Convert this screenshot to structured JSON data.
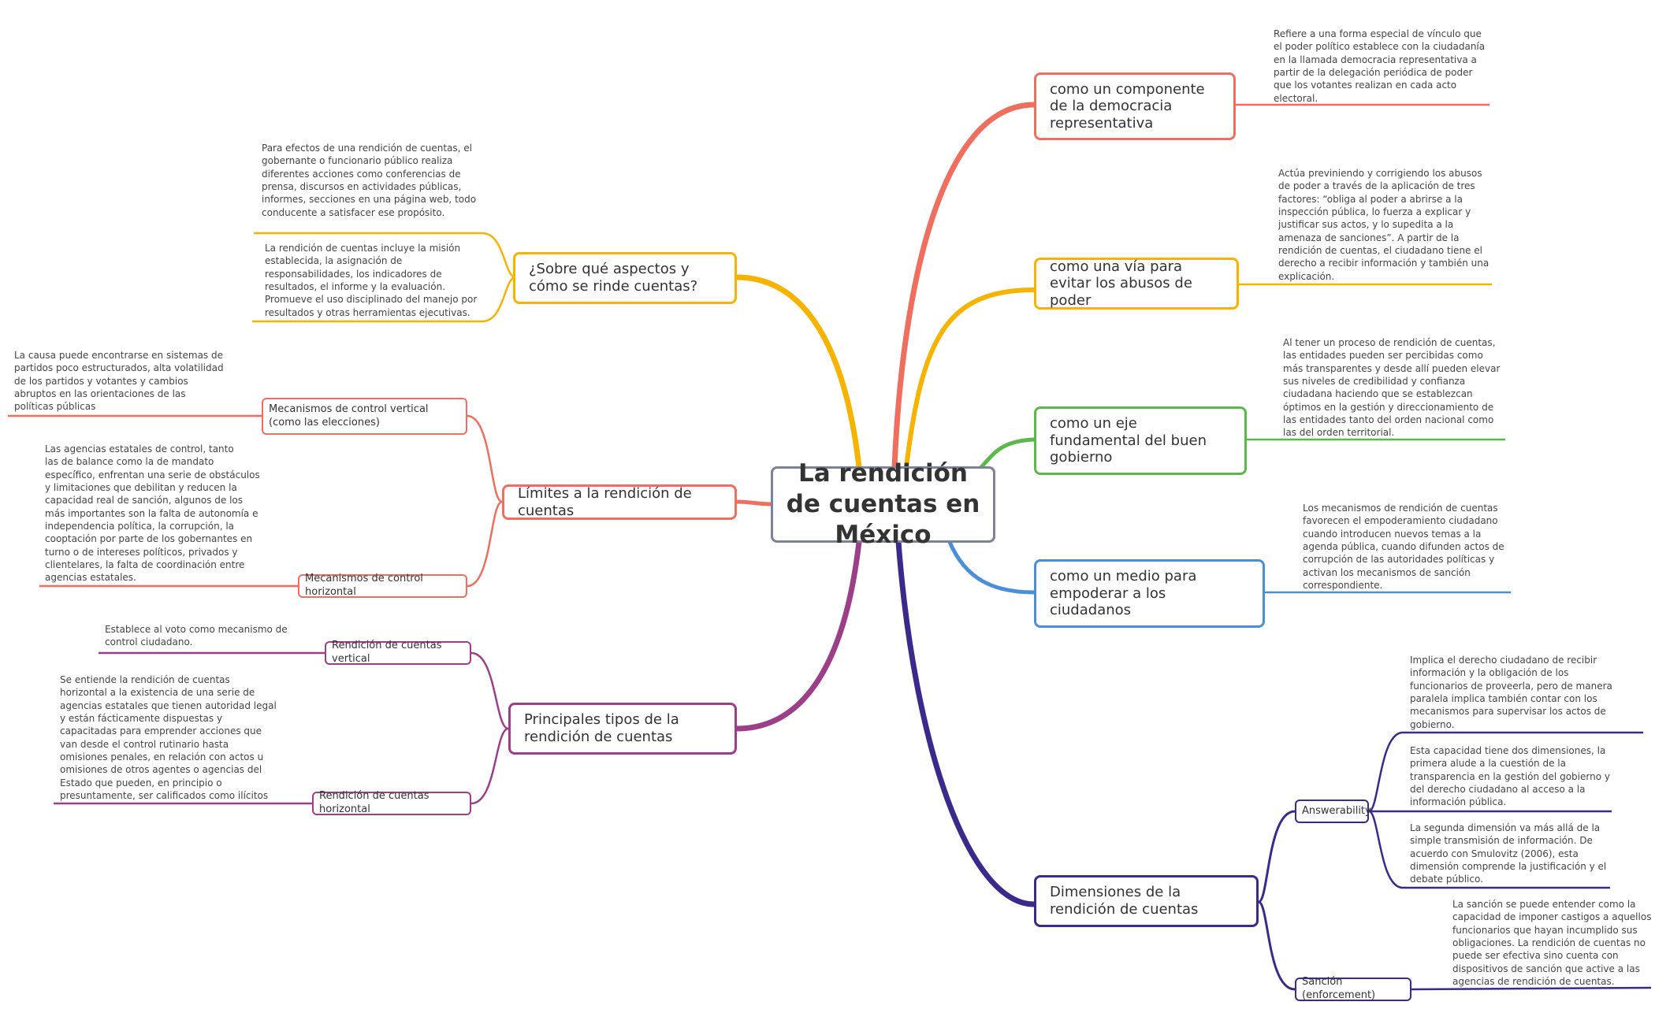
{
  "central": "La rendición de cuentas en México",
  "colors": {
    "central_border": "#7c8396",
    "red": "#f06e5e",
    "orange": "#f6b400",
    "green": "#5bb84a",
    "blue": "#4a90d9",
    "purple": "#9c3f88",
    "navy": "#3b2a8c",
    "coral": "#f0705a"
  },
  "right": [
    {
      "label": "como un componente de la democracia representativa",
      "note": "Refiere a una forma especial de vínculo que\nel poder político establece con la ciudadanía\nen la llamada democracia representativa a\npartir de la delegación periódica de poder\nque los votantes realizan en cada acto\nelectoral."
    },
    {
      "label": "como una vía para evitar los abusos de poder",
      "note": "Actúa previniendo y corrigiendo los abusos\nde poder a través de la aplicación de tres\nfactores: “obliga al poder a abrirse a la\ninspección pública, lo fuerza a explicar y\njustificar sus actos, y lo supedita a la\namenaza de sanciones”. A partir de la\nrendición de cuentas, el ciudadano tiene el\nderecho a recibir información y también una\nexplicación."
    },
    {
      "label": "como un eje fundamental del buen gobierno",
      "note": " Al tener un proceso de rendición de cuentas,\nlas entidades pueden ser percibidas como\nmás transparentes y desde allí pueden elevar\nsus niveles de credibilidad y confianza\nciudadana haciendo que se establezcan\nóptimos en la gestión y direccionamiento de\nlas entidades tanto del orden nacional como\nlas del orden territorial."
    },
    {
      "label": "como un medio para empoderar a los ciudadanos",
      "note": "Los mecanismos de rendición de cuentas\nfavorecen el empoderamiento ciudadano\ncuando introducen nuevos temas a la\nagenda pública, cuando difunden actos de\ncorrupción de las autoridades políticas y\nactivan los mecanismos de sanción\ncorrespondiente."
    },
    {
      "label": "Dimensiones de la rendición de cuentas",
      "children": [
        {
          "label": "Answerability",
          "notes": [
            "Implica el derecho ciudadano de recibir\ninformación y la obligación de los\nfuncionarios de proveerla, pero de manera\nparalela implica también contar con los\nmecanismos para supervisar los actos de\ngobierno.",
            "Esta capacidad tiene dos dimensiones, la\nprimera alude a la cuestión de la\ntransparencia en la gestión del gobierno y\ndel derecho ciudadano al acceso a la\ninformación pública.",
            "La segunda dimensión va más allá de la\nsimple transmisión de información. De\nacuerdo con Smulovitz (2006), esta\ndimensión comprende la justificación y el\ndebate público."
          ]
        },
        {
          "label": "Sanción (enforcement)",
          "notes": [
            "La sanción se puede entender como la\ncapacidad de imponer castigos a aquellos\nfuncionarios que hayan incumplido sus\nobligaciones. La rendición de cuentas no\npuede ser efectiva sino cuenta con\ndispositivos de sanción que active a las\nagencias de rendición de cuentas."
          ]
        }
      ]
    }
  ],
  "left": [
    {
      "label": "¿Sobre qué aspectos y cómo se rinde cuentas?",
      "notes": [
        "Para efectos de una rendición de cuentas, el\ngobernante o funcionario público realiza\ndiferentes acciones como conferencias de\nprensa, discursos en actividades públicas,\ninformes, secciones en una página web, todo\nconducente a satisfacer ese propósito.",
        "La rendición de cuentas incluye la misión\nestablecida, la asignación de\nresponsabilidades, los indicadores de\nresultados, el informe y la evaluación.\nPromueve el uso disciplinado del manejo por\nresultados y otras herramientas ejecutivas."
      ]
    },
    {
      "label": "Límites a la rendición de cuentas",
      "children": [
        {
          "label": "Mecanismos de control vertical (como las elecciones)",
          "note": "La causa puede encontrarse en sistemas de\npartidos poco estructurados, alta volatilidad\nde los partidos y votantes y cambios\nabruptos en las orientaciones de las\npolíticas públicas"
        },
        {
          "label": "Mecanismos de control horizontal",
          "note": "Las agencias estatales de control, tanto\nlas de balance como la de mandato\nespecífico, enfrentan una serie de obstáculos\ny limitaciones que debilitan y reducen la\ncapacidad real de sanción, algunos de los\nmás importantes son la falta de autonomía e\nindependencia política, la corrupción, la\ncooptación por parte de los gobernantes en\nturno o de intereses políticos, privados y\nclientelares, la falta de coordinación entre\nagencias estatales."
        }
      ]
    },
    {
      "label": "Principales tipos de la rendición de cuentas",
      "children": [
        {
          "label": "Rendición de cuentas vertical",
          "note": "Establece al voto como mecanismo de\ncontrol ciudadano."
        },
        {
          "label": "Rendición de cuentas horizontal",
          "note": "Se entiende la rendición de cuentas\nhorizontal a la existencia de una serie de\nagencias estatales que tienen autoridad legal\ny están fácticamente dispuestas y\ncapacitadas para emprender acciones que\nvan desde el control rutinario hasta\nomisiones penales, en relación con actos u\nomisiones de otros agentes o agencias del\nEstado que pueden, en principio o\npresuntamente, ser calificados como ilícitos"
        }
      ]
    }
  ]
}
